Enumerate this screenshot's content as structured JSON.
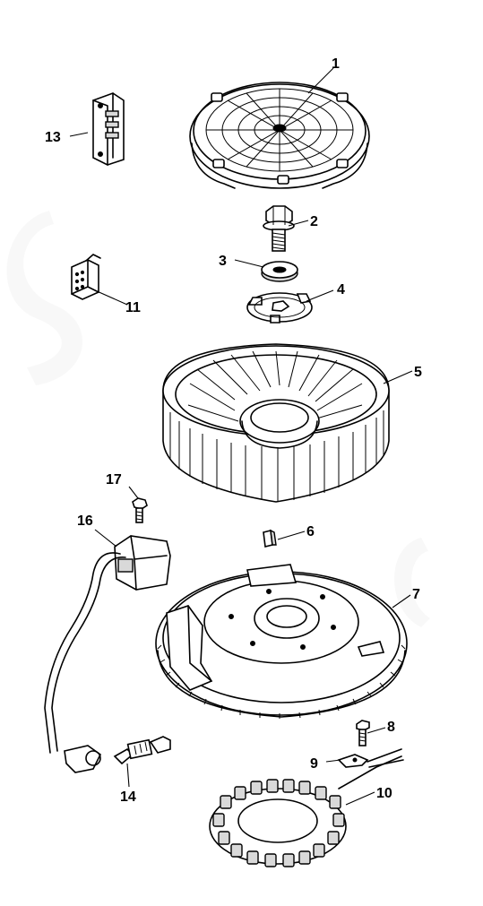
{
  "diagram": {
    "callouts": [
      {
        "id": "1",
        "label": "1"
      },
      {
        "id": "2",
        "label": "2"
      },
      {
        "id": "3",
        "label": "3"
      },
      {
        "id": "4",
        "label": "4"
      },
      {
        "id": "5",
        "label": "5"
      },
      {
        "id": "6",
        "label": "6"
      },
      {
        "id": "7",
        "label": "7"
      },
      {
        "id": "8",
        "label": "8"
      },
      {
        "id": "9",
        "label": "9"
      },
      {
        "id": "10",
        "label": "10"
      },
      {
        "id": "11",
        "label": "11"
      },
      {
        "id": "13",
        "label": "13"
      },
      {
        "id": "14",
        "label": "14"
      },
      {
        "id": "16",
        "label": "16"
      },
      {
        "id": "17",
        "label": "17"
      }
    ],
    "parts": [
      {
        "callout": "1",
        "icon": "flywheel-screen-icon"
      },
      {
        "callout": "2",
        "icon": "flange-bolt-icon"
      },
      {
        "callout": "3",
        "icon": "washer-icon"
      },
      {
        "callout": "4",
        "icon": "flywheel-hub-plate-icon"
      },
      {
        "callout": "5",
        "icon": "cooling-fan-icon"
      },
      {
        "callout": "6",
        "icon": "flywheel-key-icon"
      },
      {
        "callout": "7",
        "icon": "flywheel-ring-gear-icon"
      },
      {
        "callout": "8",
        "icon": "screw-icon"
      },
      {
        "callout": "9",
        "icon": "wire-clip-icon"
      },
      {
        "callout": "10",
        "icon": "stator-icon"
      },
      {
        "callout": "11",
        "icon": "rectifier-icon"
      },
      {
        "callout": "13",
        "icon": "regulator-icon"
      },
      {
        "callout": "14",
        "icon": "spark-plug-icon"
      },
      {
        "callout": "16",
        "icon": "ignition-coil-icon"
      },
      {
        "callout": "17",
        "icon": "coil-mounting-screw-icon"
      }
    ],
    "watermark_text": "Stens GEAR"
  }
}
